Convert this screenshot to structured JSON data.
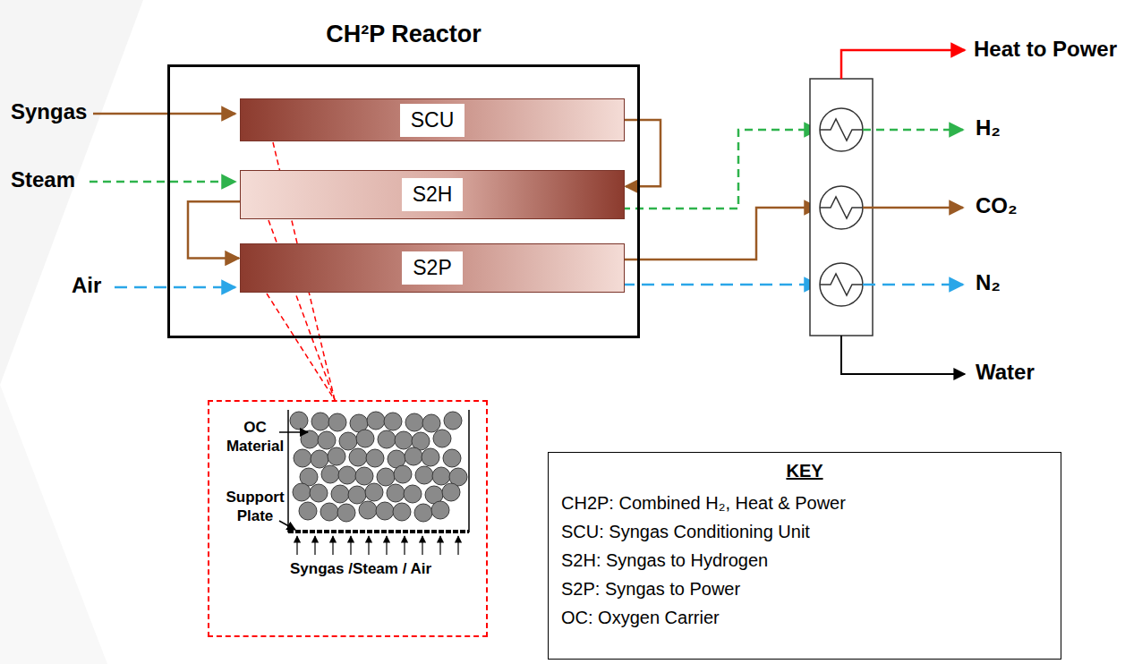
{
  "diagram": {
    "nodes": [
      {
        "text": [
          "CH²P Reactor"
        ]
      },
      {
        "text": [
          "SCU"
        ],
        "in": 0
      },
      {
        "text": [
          "S2H"
        ],
        "in": 0
      },
      {
        "text": [
          "S2P"
        ],
        "in": 0
      },
      {
        "text": [
          "OC Material",
          "Support Plate",
          "Syngas /Steam / Air"
        ]
      },
      {
        "text": [
          "KEY",
          "CH2P: Combined H₂, Heat & Power",
          "SCU: Syngas Conditioning Unit",
          "S2H: Syngas to Hydrogen",
          "S2P: Syngas to Power",
          "OC: Oxygen Carrier"
        ]
      }
    ],
    "edges": [
      {
        "from": 1,
        "to": 2,
        "arrow": "to"
      },
      {
        "from": 2,
        "to": 3,
        "arrow": "to"
      }
    ],
    "labels": [
      "Syngas",
      "Steam",
      "Air",
      "Heat to Power",
      "H₂",
      "CO₂",
      "N₂",
      "Water"
    ]
  }
}
